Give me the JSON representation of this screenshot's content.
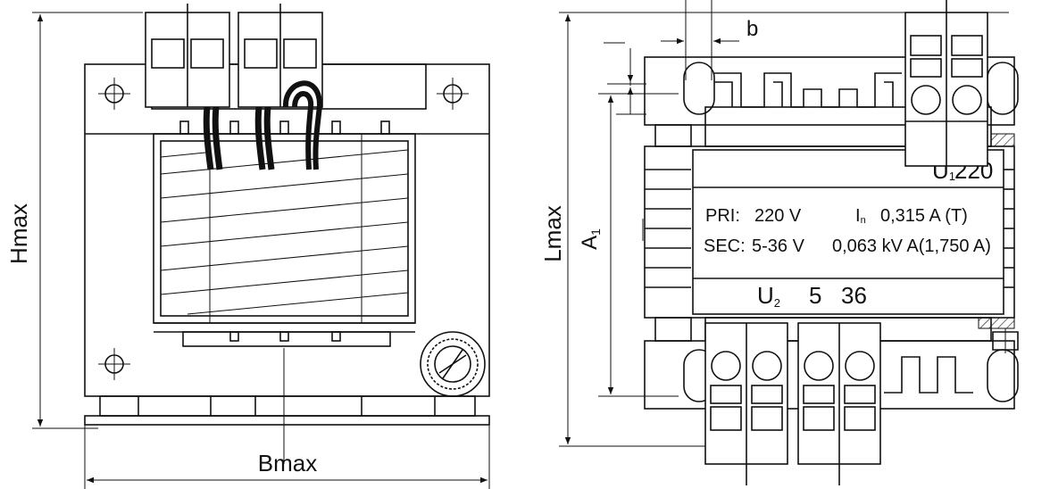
{
  "front_view": {
    "height_label": "Hmax",
    "width_label": "Bmax"
  },
  "side_view": {
    "length_label": "Lmax",
    "a1_main": "A",
    "a1_sub": "1",
    "b_label": "b",
    "nameplate": {
      "u1_main": "U",
      "u1_sub": "1",
      "u1_value": "220",
      "pri_label": "PRI:",
      "pri_value": "220 V",
      "in_main": "I",
      "in_sub": "n",
      "in_value": "0,315 A (T)",
      "sec_label": "SEC:",
      "sec_value": "5-36 V",
      "power_value": "0,063 kV A(1,750 A)",
      "u2_main": "U",
      "u2_sub": "2",
      "u2_value_1": "5",
      "u2_value_2": "36"
    }
  }
}
